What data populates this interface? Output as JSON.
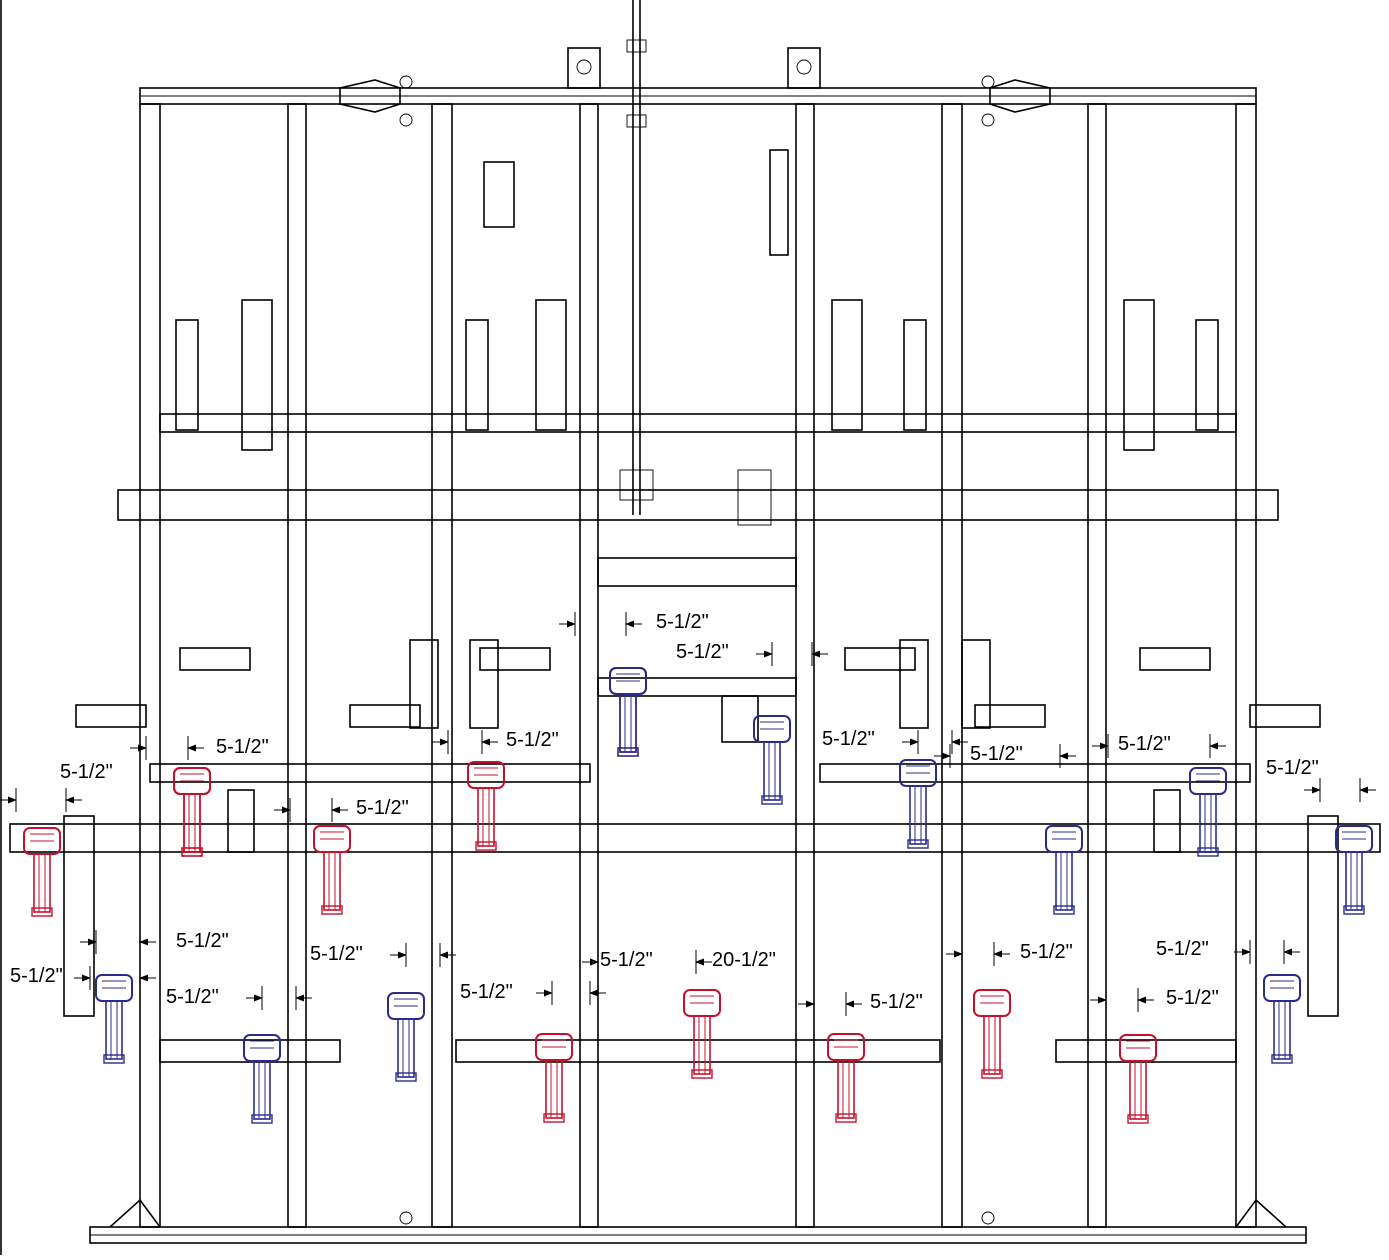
{
  "drawing": {
    "colors": {
      "line": "#000000",
      "shank_red": "#c8102e",
      "shank_blue": "#2b2b8c",
      "background": "#ffffff"
    },
    "dimensions": [
      {
        "id": "dim-01",
        "label": "5-1/2\""
      },
      {
        "id": "dim-02",
        "label": "5-1/2\""
      },
      {
        "id": "dim-03",
        "label": "5-1/2\""
      },
      {
        "id": "dim-04",
        "label": "5-1/2\""
      },
      {
        "id": "dim-05",
        "label": "5-1/2\""
      },
      {
        "id": "dim-06",
        "label": "5-1/2\""
      },
      {
        "id": "dim-07",
        "label": "5-1/2\""
      },
      {
        "id": "dim-08",
        "label": "5-1/2\""
      },
      {
        "id": "dim-09",
        "label": "5-1/2\""
      },
      {
        "id": "dim-10",
        "label": "5-1/2\""
      },
      {
        "id": "dim-11",
        "label": "5-1/2\""
      },
      {
        "id": "dim-12",
        "label": "5-1/2\""
      },
      {
        "id": "dim-13",
        "label": "5-1/2\""
      },
      {
        "id": "dim-14",
        "label": "5-1/2\""
      },
      {
        "id": "dim-15",
        "label": "5-1/2\""
      },
      {
        "id": "dim-16",
        "label": "5-1/2\""
      },
      {
        "id": "dim-17",
        "label": "5-1/2\""
      },
      {
        "id": "dim-18",
        "label": "5-1/2\""
      },
      {
        "id": "dim-19",
        "label": "5-1/2\""
      },
      {
        "id": "dim-20",
        "label": "20-1/2\""
      },
      {
        "id": "dim-21",
        "label": "5-1/2\""
      }
    ],
    "shanks": [
      {
        "id": "shank-01",
        "color": "red"
      },
      {
        "id": "shank-02",
        "color": "red"
      },
      {
        "id": "shank-03",
        "color": "red"
      },
      {
        "id": "shank-04",
        "color": "red"
      },
      {
        "id": "shank-05",
        "color": "red"
      },
      {
        "id": "shank-06",
        "color": "blue"
      },
      {
        "id": "shank-07",
        "color": "blue"
      },
      {
        "id": "shank-08",
        "color": "blue"
      },
      {
        "id": "shank-09",
        "color": "blue"
      },
      {
        "id": "shank-10",
        "color": "blue"
      },
      {
        "id": "shank-11",
        "color": "blue"
      },
      {
        "id": "shank-12",
        "color": "blue"
      },
      {
        "id": "shank-13",
        "color": "blue"
      },
      {
        "id": "shank-14",
        "color": "red"
      },
      {
        "id": "shank-15",
        "color": "red"
      },
      {
        "id": "shank-16",
        "color": "red"
      },
      {
        "id": "shank-17",
        "color": "red"
      },
      {
        "id": "shank-18",
        "color": "red"
      },
      {
        "id": "shank-19",
        "color": "blue"
      },
      {
        "id": "shank-20",
        "color": "blue"
      },
      {
        "id": "shank-21",
        "color": "red"
      }
    ]
  }
}
